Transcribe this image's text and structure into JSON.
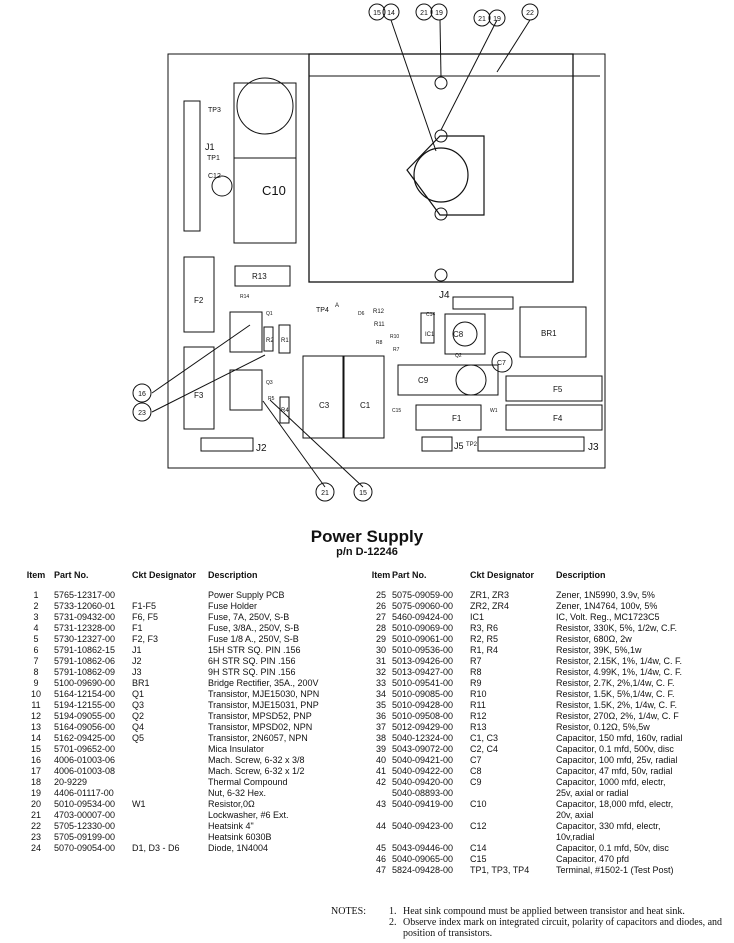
{
  "title": "Power Supply",
  "subtitle": "p/n D-12246",
  "table_headers": {
    "item": "Item",
    "part": "Part No.",
    "ckt": "Ckt Designator",
    "desc": "Description"
  },
  "left_rows": [
    [
      "1",
      "5765-12317-00",
      "",
      "Power Supply PCB"
    ],
    [
      "2",
      "5733-12060-01",
      "F1-F5",
      "Fuse Holder"
    ],
    [
      "3",
      "5731-09432-00",
      "F6, F5",
      "Fuse, 7A, 250V, S-B"
    ],
    [
      "4",
      "5731-12328-00",
      "F1",
      "Fuse, 3/8A., 250V, S-B"
    ],
    [
      "5",
      "5730-12327-00",
      "F2, F3",
      "Fuse 1/8 A., 250V, S-B"
    ],
    [
      "6",
      "5791-10862-15",
      "J1",
      "15H STR SQ. PIN .156"
    ],
    [
      "7",
      "5791-10862-06",
      "J2",
      "6H STR SQ. PIN .156"
    ],
    [
      "8",
      "5791-10862-09",
      "J3",
      "9H STR SQ. PIN .156"
    ],
    [
      "9",
      "5100-09690-00",
      "BR1",
      "Bridge Rectifier, 35A., 200V"
    ],
    [
      "10",
      "5164-12154-00",
      "Q1",
      "Transistor, MJE15030, NPN"
    ],
    [
      "11",
      "5194-12155-00",
      "Q3",
      "Transistor, MJE15031, PNP"
    ],
    [
      "12",
      "5194-09055-00",
      "Q2",
      "Transistor, MPSD52, PNP"
    ],
    [
      "13",
      "5164-09056-00",
      "Q4",
      "Transistor, MPSD02, NPN"
    ],
    [
      "14",
      "5162-09425-00",
      "Q5",
      "Transistor, 2N6057, NPN"
    ],
    [
      "15",
      "5701-09652-00",
      "",
      "Mica Insulator"
    ],
    [
      "16",
      "4006-01003-06",
      "",
      "Mach. Screw, 6-32 x 3/8"
    ],
    [
      "17",
      "4006-01003-08",
      "",
      "Mach. Screw, 6-32 x 1/2"
    ],
    [
      "18",
      "20-9229",
      "",
      "Thermal Compound"
    ],
    [
      "19",
      "4406-01117-00",
      "",
      "Nut, 6-32 Hex."
    ],
    [
      "20",
      "5010-09534-00",
      "W1",
      "Resistor,0Ω"
    ],
    [
      "21",
      "4703-00007-00",
      "",
      "Lockwasher, #6 Ext."
    ],
    [
      "22",
      "5705-12330-00",
      "",
      "Heatsink 4\""
    ],
    [
      "23",
      "5705-09199-00",
      "",
      "Heatsink 6030B"
    ],
    [
      "24",
      "5070-09054-00",
      "D1,  D3 - D6",
      "Diode, 1N4004"
    ]
  ],
  "right_rows": [
    [
      "25",
      "5075-09059-00",
      "ZR1, ZR3",
      "Zener, 1N5990, 3.9v, 5%"
    ],
    [
      "26",
      "5075-09060-00",
      "ZR2, ZR4",
      "Zener, 1N4764, 100v, 5%"
    ],
    [
      "27",
      "5460-09424-00",
      "IC1",
      "IC, Volt. Reg., MC1723C5"
    ],
    [
      "28",
      "5010-09069-00",
      "R3, R6",
      "Resistor, 330K, 5%, 1/2w, C.F."
    ],
    [
      "29",
      "5010-09061-00",
      "R2, R5",
      "Resistor, 680Ω, 2w"
    ],
    [
      "30",
      "5010-09536-00",
      "R1, R4",
      "Resistor, 39K, 5%,1w"
    ],
    [
      "31",
      "5013-09426-00",
      "R7",
      "Resistor, 2.15K, 1%, 1/4w, C. F."
    ],
    [
      "32",
      "5013-09427-00",
      "R8",
      "Resistor, 4.99K, 1%, 1/4w, C. F."
    ],
    [
      "33",
      "5010-09541-00",
      "R9",
      "Resistor, 2.7K, 2%,1/4w, C. F."
    ],
    [
      "34",
      "5010-09085-00",
      "R10",
      "Resistor, 1.5K, 5%,1/4w, C. F."
    ],
    [
      "35",
      "5010-09428-00",
      "R11",
      "Resistor, 1.5K, 2%, 1/4w, C. F."
    ],
    [
      "36",
      "5010-09508-00",
      "R12",
      "Resistor, 270Ω, 2%, 1/4w, C. F"
    ],
    [
      "37",
      "5012-09429-00",
      "R13",
      "Resistor, 0.12Ω, 5%,5w"
    ],
    [
      "38",
      "5040-12324-00",
      "C1, C3",
      "Capacitor, 150 mfd, 160v, radial"
    ],
    [
      "39",
      "5043-09072-00",
      "C2, C4",
      "Capacitor, 0.1 mfd, 500v, disc"
    ],
    [
      "40",
      "5040-09421-00",
      "C7",
      "Capacitor, 100 mfd, 25v, radial"
    ],
    [
      "41",
      "5040-09422-00",
      "C8",
      "Capacitor, 47 mfd, 50v, radial"
    ],
    [
      "42",
      "5040-09420-00",
      "C9",
      "Capacitor, 1000 mfd, electr,"
    ],
    [
      "",
      "5040-08893-00",
      "",
      "25v, axial or radial"
    ],
    [
      "43",
      "5040-09419-00",
      "C10",
      "Capacitor, 18,000 mfd, electr,"
    ],
    [
      "",
      "",
      "",
      "20v, axial"
    ],
    [
      "44",
      "5040-09423-00",
      "C12",
      "Capacitor, 330 mfd, electr,"
    ],
    [
      "",
      "",
      "",
      "10v,radial"
    ],
    [
      "45",
      "5043-09446-00",
      "C14",
      "Capacitor, 0.1 mfd, 50v, disc"
    ],
    [
      "46",
      "5040-09065-00",
      "C15",
      "Capacitor, 470 pfd"
    ],
    [
      "47",
      "5824-09428-00",
      "TP1, TP3, TP4",
      "Terminal, #1502-1 (Test Post)"
    ]
  ],
  "notes": {
    "label": "NOTES:",
    "items": [
      {
        "n": "1.",
        "text": "Heat sink compound must be applied between transistor and heat sink."
      },
      {
        "n": "2.",
        "text": "Observe index mark on integrated circuit, polarity of capacitors and diodes, and position of transistors."
      }
    ]
  },
  "diagram": {
    "callouts": [
      "15",
      "14",
      "21",
      "19",
      "21",
      "19",
      "22",
      "16",
      "23",
      "21",
      "15"
    ],
    "labels": {
      "j1": "J1",
      "tp3": "TP3",
      "tp1": "TP1",
      "c10": "C10",
      "c12": "C12",
      "r13": "R13",
      "f2": "F2",
      "f3": "F3",
      "r14": "R14",
      "tp4": "TP4",
      "r12": "R12",
      "r11": "R11",
      "j4": "J4",
      "c8": "C8",
      "br1": "BR1",
      "ic1": "IC1",
      "c7": "C7",
      "c9": "C9",
      "r10": "R10",
      "r8": "R8",
      "r7": "R7",
      "f5": "F5",
      "f4": "F4",
      "f1": "F1",
      "j5": "J5",
      "tp2": "TP2",
      "j3": "J3",
      "j2": "J2",
      "c3": "C3",
      "c1": "C1",
      "r4": "R4",
      "r2": "R2",
      "r1": "R1",
      "r5": "R5",
      "d6": "D6",
      "w1": "W1",
      "q1": "Q1",
      "q2": "Q2",
      "q3": "Q3",
      "c14": "C14",
      "c15": "C15",
      "tp4a": "A"
    }
  }
}
